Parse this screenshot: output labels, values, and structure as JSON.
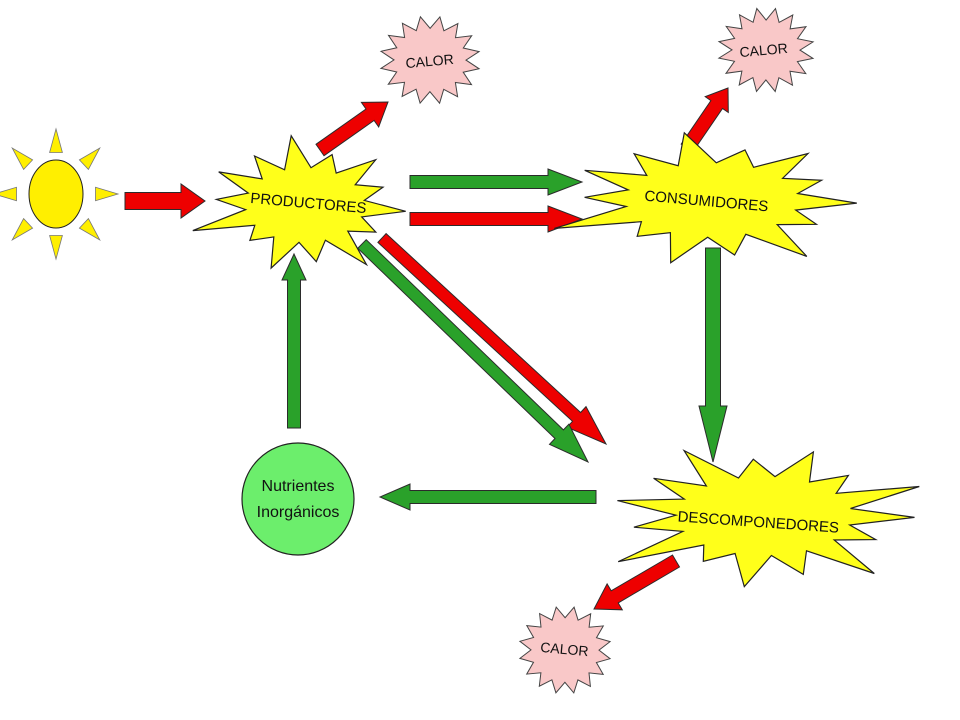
{
  "nodes": {
    "sun": {
      "icon": "sun-icon"
    },
    "producers": {
      "label": "PRODUCTORES"
    },
    "consumers": {
      "label": "CONSUMIDORES"
    },
    "decomposers": {
      "label": "DESCOMPONEDORES"
    },
    "nutrients": {
      "line1": "Nutrientes",
      "line2": "Inorgánicos"
    },
    "heat_producers": {
      "label": "CALOR"
    },
    "heat_consumers": {
      "label": "CALOR"
    },
    "heat_decomposers": {
      "label": "CALOR"
    }
  },
  "colors": {
    "starburst_fill": "#ffff1a",
    "heat_fill": "#f9c8c8",
    "nutrients_fill": "#6cee6c",
    "energy_arrow": "#ee0000",
    "matter_arrow": "#2aa12a",
    "outline": "#222222",
    "sun_fill": "#ffef00"
  }
}
